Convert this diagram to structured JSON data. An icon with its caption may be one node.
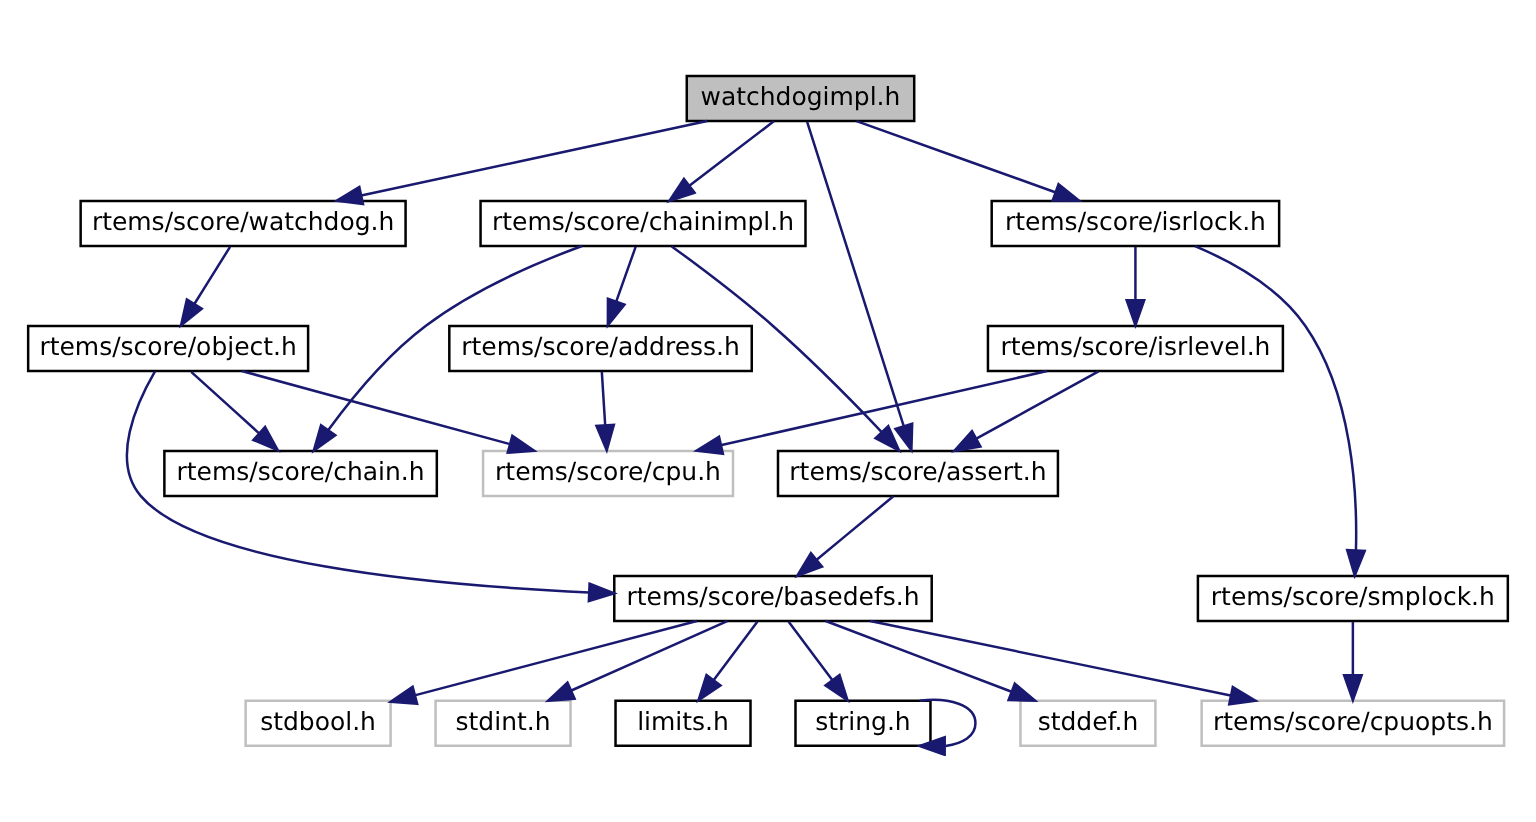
{
  "diagram": {
    "nodes": [
      {
        "text": [
          "watchdogimpl.h"
        ]
      },
      {
        "text": [
          "rtems/score/watchdog.h"
        ]
      },
      {
        "text": [
          "rtems/score/chainimpl.h"
        ]
      },
      {
        "text": [
          "rtems/score/isrlock.h"
        ]
      },
      {
        "text": [
          "rtems/score/object.h"
        ]
      },
      {
        "text": [
          "rtems/score/address.h"
        ]
      },
      {
        "text": [
          "rtems/score/isrlevel.h"
        ]
      },
      {
        "text": [
          "rtems/score/chain.h"
        ]
      },
      {
        "text": [
          "rtems/score/cpu.h"
        ]
      },
      {
        "text": [
          "rtems/score/assert.h"
        ]
      },
      {
        "text": [
          "rtems/score/basedefs.h"
        ]
      },
      {
        "text": [
          "rtems/score/smplock.h"
        ]
      },
      {
        "text": [
          "limits.h"
        ]
      },
      {
        "text": [
          "string.h"
        ]
      },
      {
        "text": [
          "stddef.h"
        ]
      },
      {
        "text": [
          "stdbool.h"
        ]
      },
      {
        "text": [
          "stdint.h"
        ]
      },
      {
        "text": [
          "rtems/score/cpuopts.h"
        ]
      }
    ],
    "edges": [
      {
        "from": 0,
        "to": 1,
        "arrow": "to"
      },
      {
        "from": 0,
        "to": 2,
        "arrow": "to"
      },
      {
        "from": 0,
        "to": 3,
        "arrow": "to"
      },
      {
        "from": 0,
        "to": 9,
        "arrow": "to"
      },
      {
        "from": 1,
        "to": 4,
        "arrow": "to"
      },
      {
        "from": 2,
        "to": 7,
        "arrow": "to"
      },
      {
        "from": 2,
        "to": 5,
        "arrow": "to"
      },
      {
        "from": 2,
        "to": 9,
        "arrow": "to"
      },
      {
        "from": 3,
        "to": 6,
        "arrow": "to"
      },
      {
        "from": 3,
        "to": 11,
        "arrow": "to"
      },
      {
        "from": 4,
        "to": 7,
        "arrow": "to"
      },
      {
        "from": 4,
        "to": 8,
        "arrow": "to"
      },
      {
        "from": 4,
        "to": 10,
        "arrow": "to"
      },
      {
        "from": 5,
        "to": 8,
        "arrow": "to"
      },
      {
        "from": 6,
        "to": 8,
        "arrow": "to"
      },
      {
        "from": 6,
        "to": 9,
        "arrow": "to"
      },
      {
        "from": 9,
        "to": 10,
        "arrow": "to"
      },
      {
        "from": 10,
        "to": 12,
        "arrow": "to"
      },
      {
        "from": 10,
        "to": 13,
        "arrow": "to"
      },
      {
        "from": 10,
        "to": 14,
        "arrow": "to"
      },
      {
        "from": 10,
        "to": 15,
        "arrow": "to"
      },
      {
        "from": 10,
        "to": 16,
        "arrow": "to"
      },
      {
        "from": 10,
        "to": 17,
        "arrow": "to"
      },
      {
        "from": 13,
        "to": 13,
        "arrow": "to"
      },
      {
        "from": 11,
        "to": 17,
        "arrow": "to"
      }
    ]
  }
}
